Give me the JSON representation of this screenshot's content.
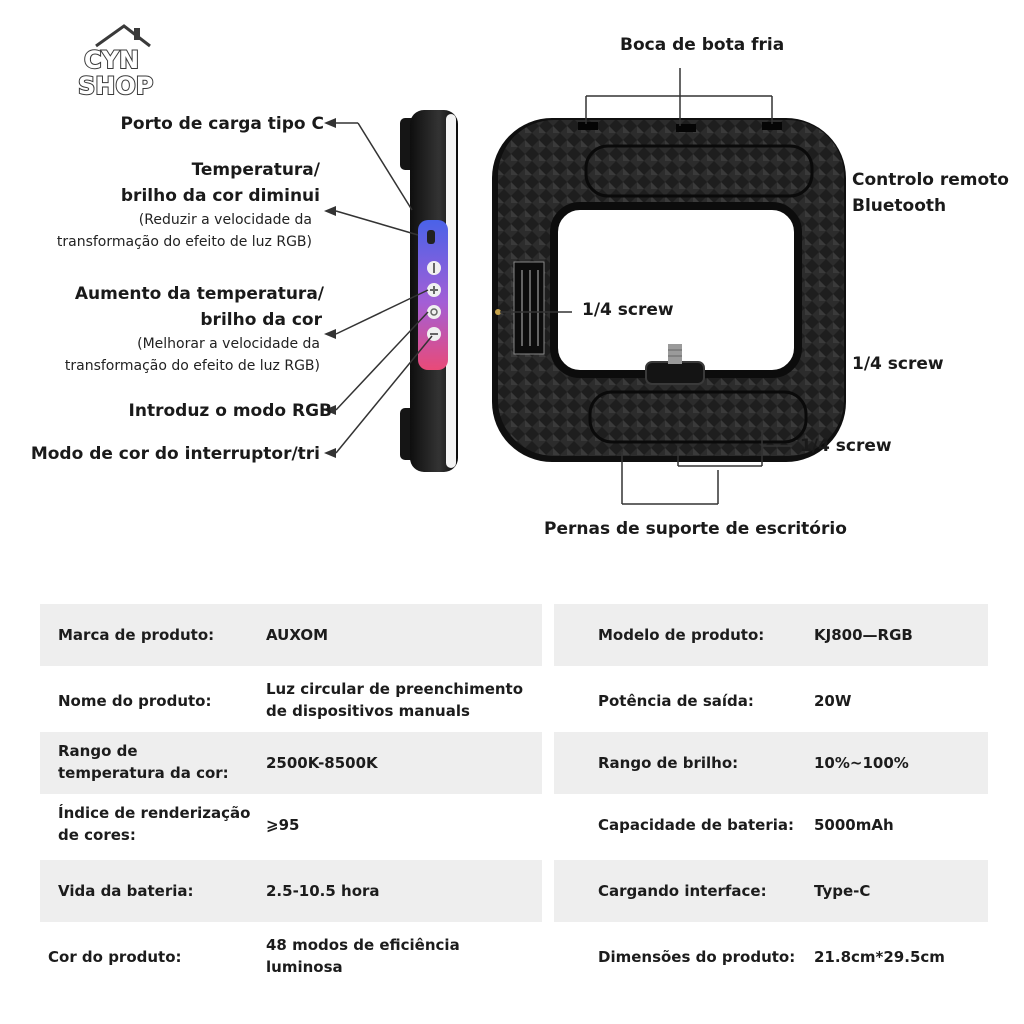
{
  "logo": {
    "line1": "CYN",
    "line2": "SHOP"
  },
  "callouts": {
    "porto": "Porto de carga tipo C",
    "temp_down_1": "Temperatura/",
    "temp_down_2": "brilho da cor diminui",
    "temp_down_sub1": "(Reduzir a velocidade da",
    "temp_down_sub2": "transformação do efeito de luz RGB)",
    "temp_up_1": "Aumento da temperatura/",
    "temp_up_2": "brilho da cor",
    "temp_up_sub1": "(Melhorar a velocidade da",
    "temp_up_sub2": "transformação do efeito de luz RGB)",
    "rgb": "Introduz o modo RGB",
    "modo": "Modo de cor do interruptor/tri",
    "boca": "Boca de bota fria",
    "remote_1": "Controlo remoto",
    "remote_2": "Bluetooth",
    "screw_a": "1/4 screw",
    "screw_b": "1/4 screw",
    "screw_c": "1/4 screw",
    "pernas": "Pernas de suporte de escritório"
  },
  "specs": [
    {
      "k1": "Marca de produto:",
      "v1": "AUXOM",
      "k2": "Modelo de produto:",
      "v2": "KJ800—RGB",
      "shade": true
    },
    {
      "k1": "Nome do produto:",
      "v1": "Luz circular de preenchimento de dispositivos manuals",
      "k2": "Potência de saída:",
      "v2": "20W",
      "shade": false
    },
    {
      "k1": "Rango de temperatura da cor:",
      "v1": "2500K-8500K",
      "k2": "Rango de brilho:",
      "v2": "10%~100%",
      "shade": true
    },
    {
      "k1": "Índice de renderização de cores:",
      "v1": "⩾95",
      "k2": "Capacidade de bateria:",
      "v2": "5000mAh",
      "shade": false
    },
    {
      "k1": "Vida da bateria:",
      "v1": "2.5-10.5 hora",
      "k2": "Cargando interface:",
      "v2": "Type-C",
      "shade": true
    },
    {
      "k1": "Cor do produto:",
      "v1": "48 modos de eficiência luminosa",
      "k2": "Dimensões do produto:",
      "v2": "21.8cm*29.5cm",
      "shade": false
    }
  ],
  "colors": {
    "accent_blue": "#4a62e8",
    "accent_pink": "#e94a78",
    "frame": "#1d1d1d",
    "shade": "#eeeeee"
  }
}
